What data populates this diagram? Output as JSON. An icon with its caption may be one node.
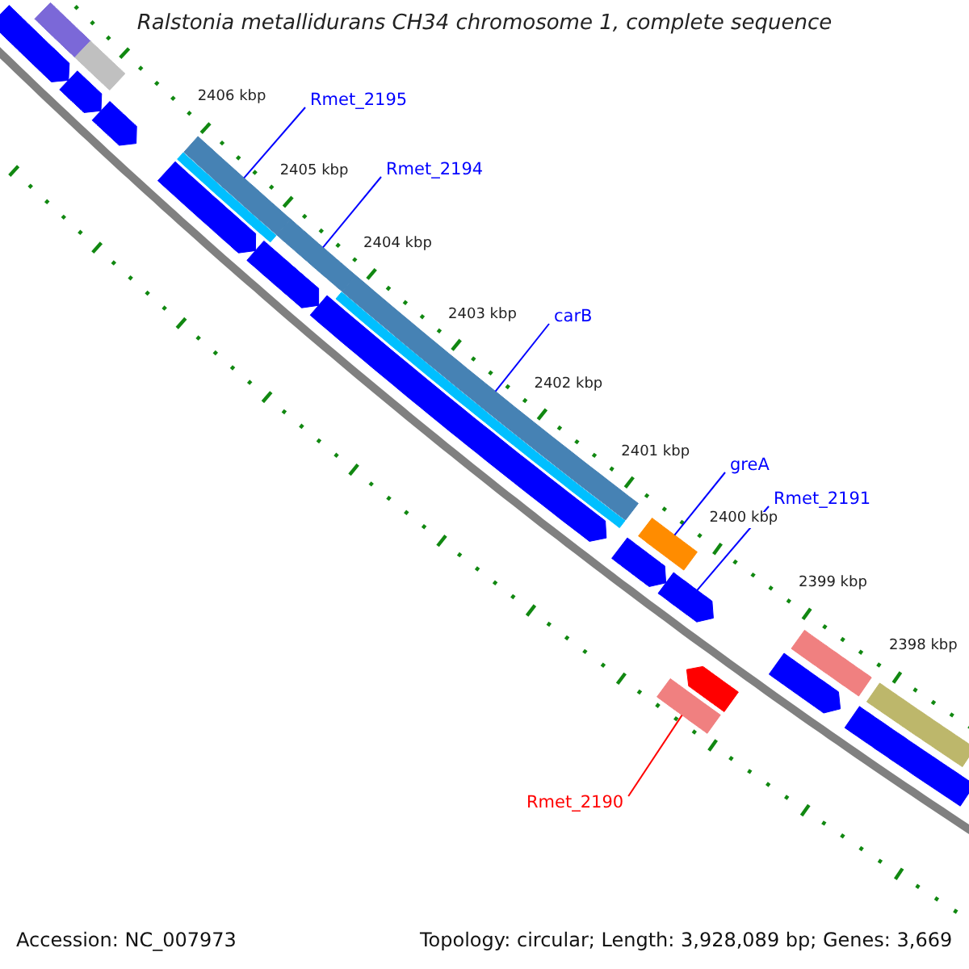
{
  "diagram": {
    "title": "Ralstonia metallidurans CH34 chromosome 1, complete sequence",
    "nodes": [
      {
        "text": [
          "Rmet_2195"
        ]
      },
      {
        "text": [
          "Rmet_2194"
        ]
      },
      {
        "text": [
          "carB"
        ]
      },
      {
        "text": [
          "greA"
        ]
      },
      {
        "text": [
          "Rmet_2191"
        ]
      },
      {
        "text": [
          "Rmet_2190"
        ]
      },
      {
        "text": [],
        "shape": "bar"
      },
      {
        "text": [],
        "shape": "bar"
      },
      {
        "text": [],
        "shape": "bar"
      },
      {
        "text": [],
        "shape": "bar"
      },
      {
        "text": [],
        "shape": "bar"
      },
      {
        "text": [],
        "shape": "bar"
      },
      {
        "text": [],
        "shape": "bar"
      },
      {
        "text": [],
        "shape": "bar"
      },
      {
        "text": [],
        "shape": "bar"
      },
      {
        "text": [],
        "shape": "bar"
      },
      {
        "text": [],
        "shape": "bar"
      },
      {
        "text": [],
        "shape": "bar"
      },
      {
        "text": [],
        "shape": "bar"
      },
      {
        "text": [],
        "shape": "bar"
      },
      {
        "text": [],
        "shape": "bar"
      },
      {
        "text": [],
        "shape": "bar"
      },
      {
        "text": [],
        "shape": "bar"
      },
      {
        "text": [],
        "shape": "bar"
      },
      {
        "text": [],
        "shape": "bar"
      },
      {
        "text": [],
        "shape": "bar"
      },
      {
        "text": [],
        "shape": "bar"
      },
      {
        "text": [],
        "shape": "bar"
      }
    ],
    "edges": [
      {
        "from": 0,
        "to": 11,
        "arrow": "none"
      },
      {
        "from": 1,
        "to": 15,
        "arrow": "none"
      },
      {
        "from": 2,
        "to": 17,
        "arrow": "none"
      },
      {
        "from": 3,
        "to": 20,
        "arrow": "none"
      },
      {
        "from": 4,
        "to": 21,
        "arrow": "none"
      },
      {
        "from": 5,
        "to": 22,
        "arrow": "none",
        "color": "#ff0000"
      }
    ],
    "labels": [
      "2406 kbp",
      "2405 kbp",
      "2404 kbp",
      "2403 kbp",
      "2402 kbp",
      "2401 kbp",
      "2400 kbp",
      "2399 kbp",
      "2398 kbp",
      "Accession: NC_007973",
      "Topology: circular; Length: 3,928,089 bp; Genes: 3,669"
    ]
  }
}
